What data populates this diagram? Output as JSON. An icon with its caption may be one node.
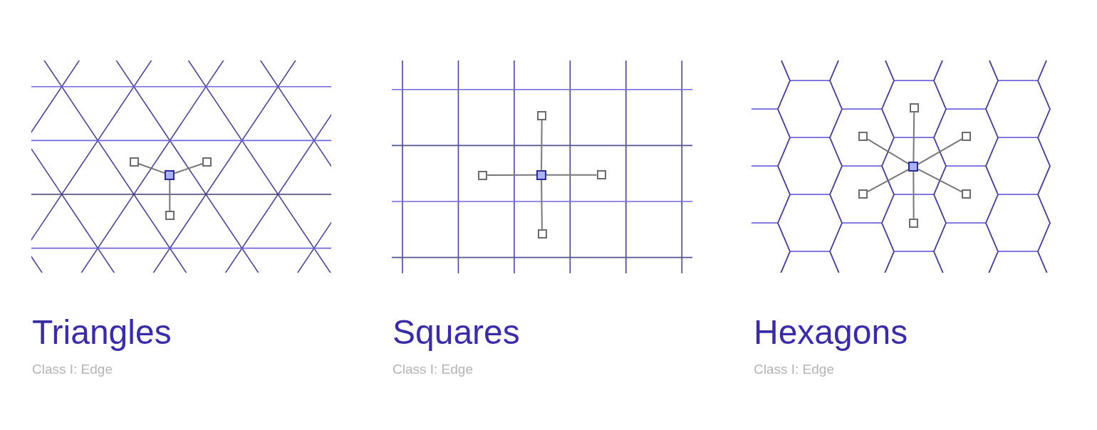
{
  "diagram": {
    "nodes": [
      {
        "text": [],
        "shape": "box"
      },
      {
        "text": [],
        "shape": "box"
      },
      {
        "text": [],
        "shape": "box"
      },
      {
        "text": [],
        "shape": "box"
      },
      {
        "text": [],
        "shape": "box"
      },
      {
        "text": [],
        "shape": "box"
      },
      {
        "text": [],
        "shape": "box"
      },
      {
        "text": [],
        "shape": "box"
      },
      {
        "text": [],
        "shape": "box"
      },
      {
        "text": [],
        "shape": "box"
      },
      {
        "text": [],
        "shape": "box"
      },
      {
        "text": [],
        "shape": "box"
      },
      {
        "text": [],
        "shape": "box"
      },
      {
        "text": [],
        "shape": "box"
      },
      {
        "text": [],
        "shape": "box"
      },
      {
        "text": [],
        "shape": "box"
      }
    ],
    "edges": [
      {
        "from": 2,
        "to": 0,
        "arrow": "none"
      },
      {
        "from": 2,
        "to": 1,
        "arrow": "none"
      },
      {
        "from": 2,
        "to": 3,
        "arrow": "none"
      },
      {
        "from": 6,
        "to": 4,
        "arrow": "none"
      },
      {
        "from": 6,
        "to": 5,
        "arrow": "none"
      },
      {
        "from": 6,
        "to": 7,
        "arrow": "none"
      },
      {
        "from": 6,
        "to": 8,
        "arrow": "none"
      },
      {
        "from": 12,
        "to": 9,
        "arrow": "none"
      },
      {
        "from": 12,
        "to": 10,
        "arrow": "none"
      },
      {
        "from": 12,
        "to": 11,
        "arrow": "none"
      },
      {
        "from": 12,
        "to": 13,
        "arrow": "none"
      },
      {
        "from": 12,
        "to": 14,
        "arrow": "none"
      },
      {
        "from": 12,
        "to": 15,
        "arrow": "none"
      }
    ],
    "labels": [
      "Triangles",
      "Class I: Edge",
      "Squares",
      "Class I: Edge",
      "Hexagons",
      "Class I: Edge"
    ]
  }
}
